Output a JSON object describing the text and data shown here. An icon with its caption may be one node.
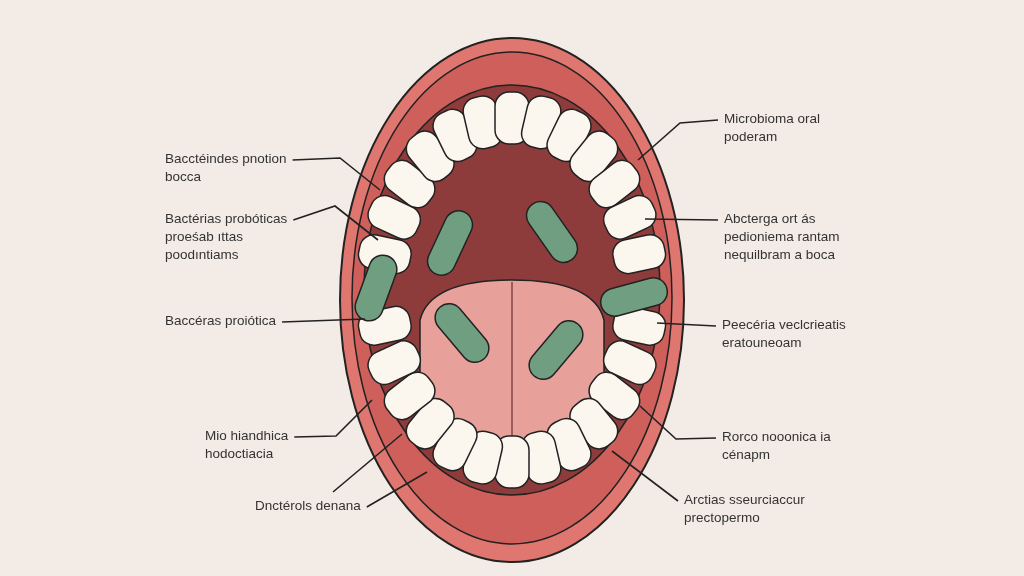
{
  "diagram": {
    "nodes": [
      {
        "text": [
          "Bacctéindes pnotion bocca"
        ]
      },
      {
        "text": [
          "Bactérias probóticas proeśab ıttas poodıntiams"
        ]
      },
      {
        "text": [
          "Baccéras proiótica"
        ]
      },
      {
        "text": [
          "Mio hiandhica hodoctiacia"
        ]
      },
      {
        "text": [
          "Dnctérols denana"
        ]
      },
      {
        "text": [
          "Microbioma oral poderam"
        ]
      },
      {
        "text": [
          "Abcterga ort ás pedioniema rantam nequilbram a boca"
        ]
      },
      {
        "text": [
          "Peecéria veclcrieatis eratouneoam"
        ]
      },
      {
        "text": [
          "Rorco nooonica ia cénapm"
        ]
      },
      {
        "text": [
          "Arctias sseurciaccur prectopermo"
        ]
      }
    ],
    "edges": [
      {
        "from": 0,
        "to": null,
        "arrow": "none"
      },
      {
        "from": 1,
        "to": null,
        "arrow": "none"
      },
      {
        "from": 2,
        "to": null,
        "arrow": "none"
      },
      {
        "from": 3,
        "to": null,
        "arrow": "none"
      },
      {
        "from": 4,
        "to": null,
        "arrow": "none"
      },
      {
        "from": 4,
        "to": null,
        "arrow": "none"
      },
      {
        "from": 5,
        "to": null,
        "arrow": "none"
      },
      {
        "from": 6,
        "to": null,
        "arrow": "none"
      },
      {
        "from": 7,
        "to": null,
        "arrow": "none"
      },
      {
        "from": 8,
        "to": null,
        "arrow": "none"
      },
      {
        "from": 9,
        "to": null,
        "arrow": "none"
      }
    ]
  }
}
